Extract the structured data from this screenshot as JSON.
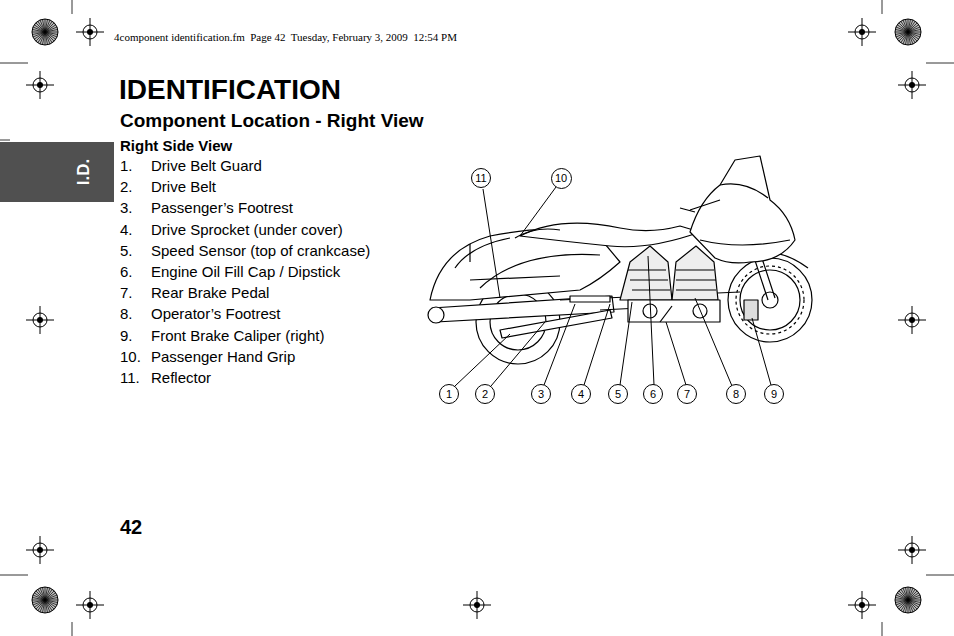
{
  "diagram": {
    "title": "IDENTIFICATION",
    "nodes": [
      {
        "text": [
          "I.D."
        ]
      },
      {
        "text": [
          "11"
        ]
      },
      {
        "text": [
          "10"
        ]
      },
      {
        "text": [
          "1"
        ]
      },
      {
        "text": [
          "2"
        ]
      },
      {
        "text": [
          "3"
        ]
      },
      {
        "text": [
          "4"
        ]
      },
      {
        "text": [
          "5"
        ]
      },
      {
        "text": [
          "6"
        ]
      },
      {
        "text": [
          "7"
        ]
      },
      {
        "text": [
          "8"
        ]
      },
      {
        "text": [
          "9"
        ]
      }
    ],
    "labels": [
      "4component identification.fm  Page 42  Tuesday, February 3, 2009  12:54 PM",
      "Component Location - Right View",
      "Right Side View",
      "1.",
      "Drive Belt Guard",
      "2.",
      "Drive Belt",
      "3.",
      "Passenger’s Footrest",
      "4.",
      "Drive Sprocket (under cover)",
      "5.",
      "Speed Sensor (top of crankcase)",
      "6.",
      "Engine Oil Fill Cap / Dipstick",
      "7.",
      "Rear Brake Pedal",
      "8.",
      "Operator’s Footrest",
      "9.",
      "Front Brake Caliper (right)",
      "10.",
      "Passenger Hand Grip",
      "11.",
      "Reflector",
      "42"
    ]
  }
}
